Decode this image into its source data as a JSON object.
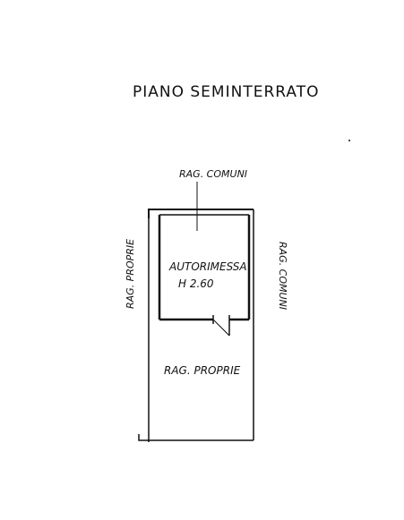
{
  "title": "PIANO SEMINTERRATO",
  "labels": {
    "top_adjacent": "RAG. COMUNI",
    "left_adjacent": "RAG. PROPRIE",
    "right_adjacent": "RAG. COMUNI",
    "room_name": "AUTORIMESSA",
    "room_height": "H 2.60",
    "lower_area": "RAG. PROPRIE"
  }
}
